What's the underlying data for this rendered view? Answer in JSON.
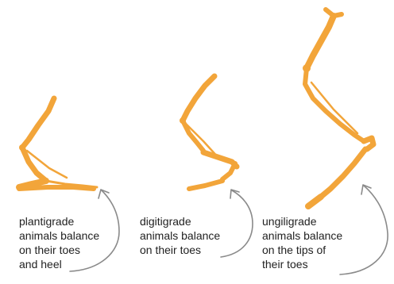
{
  "colors": {
    "bone": "#f2a53a",
    "bone_dark": "#e0902a",
    "arrow": "#8a8a8a",
    "text": "#222222",
    "background": "#ffffff"
  },
  "captions": {
    "plantigrade": {
      "lines": [
        "plantigrade",
        "animals balance",
        "on their toes",
        "and heel"
      ]
    },
    "digitigrade": {
      "lines": [
        "digitigrade",
        "animals balance",
        "on their toes"
      ]
    },
    "unguligrade": {
      "lines": [
        "ungiligrade",
        "animals balance",
        "on the tips of",
        "their toes"
      ]
    }
  }
}
